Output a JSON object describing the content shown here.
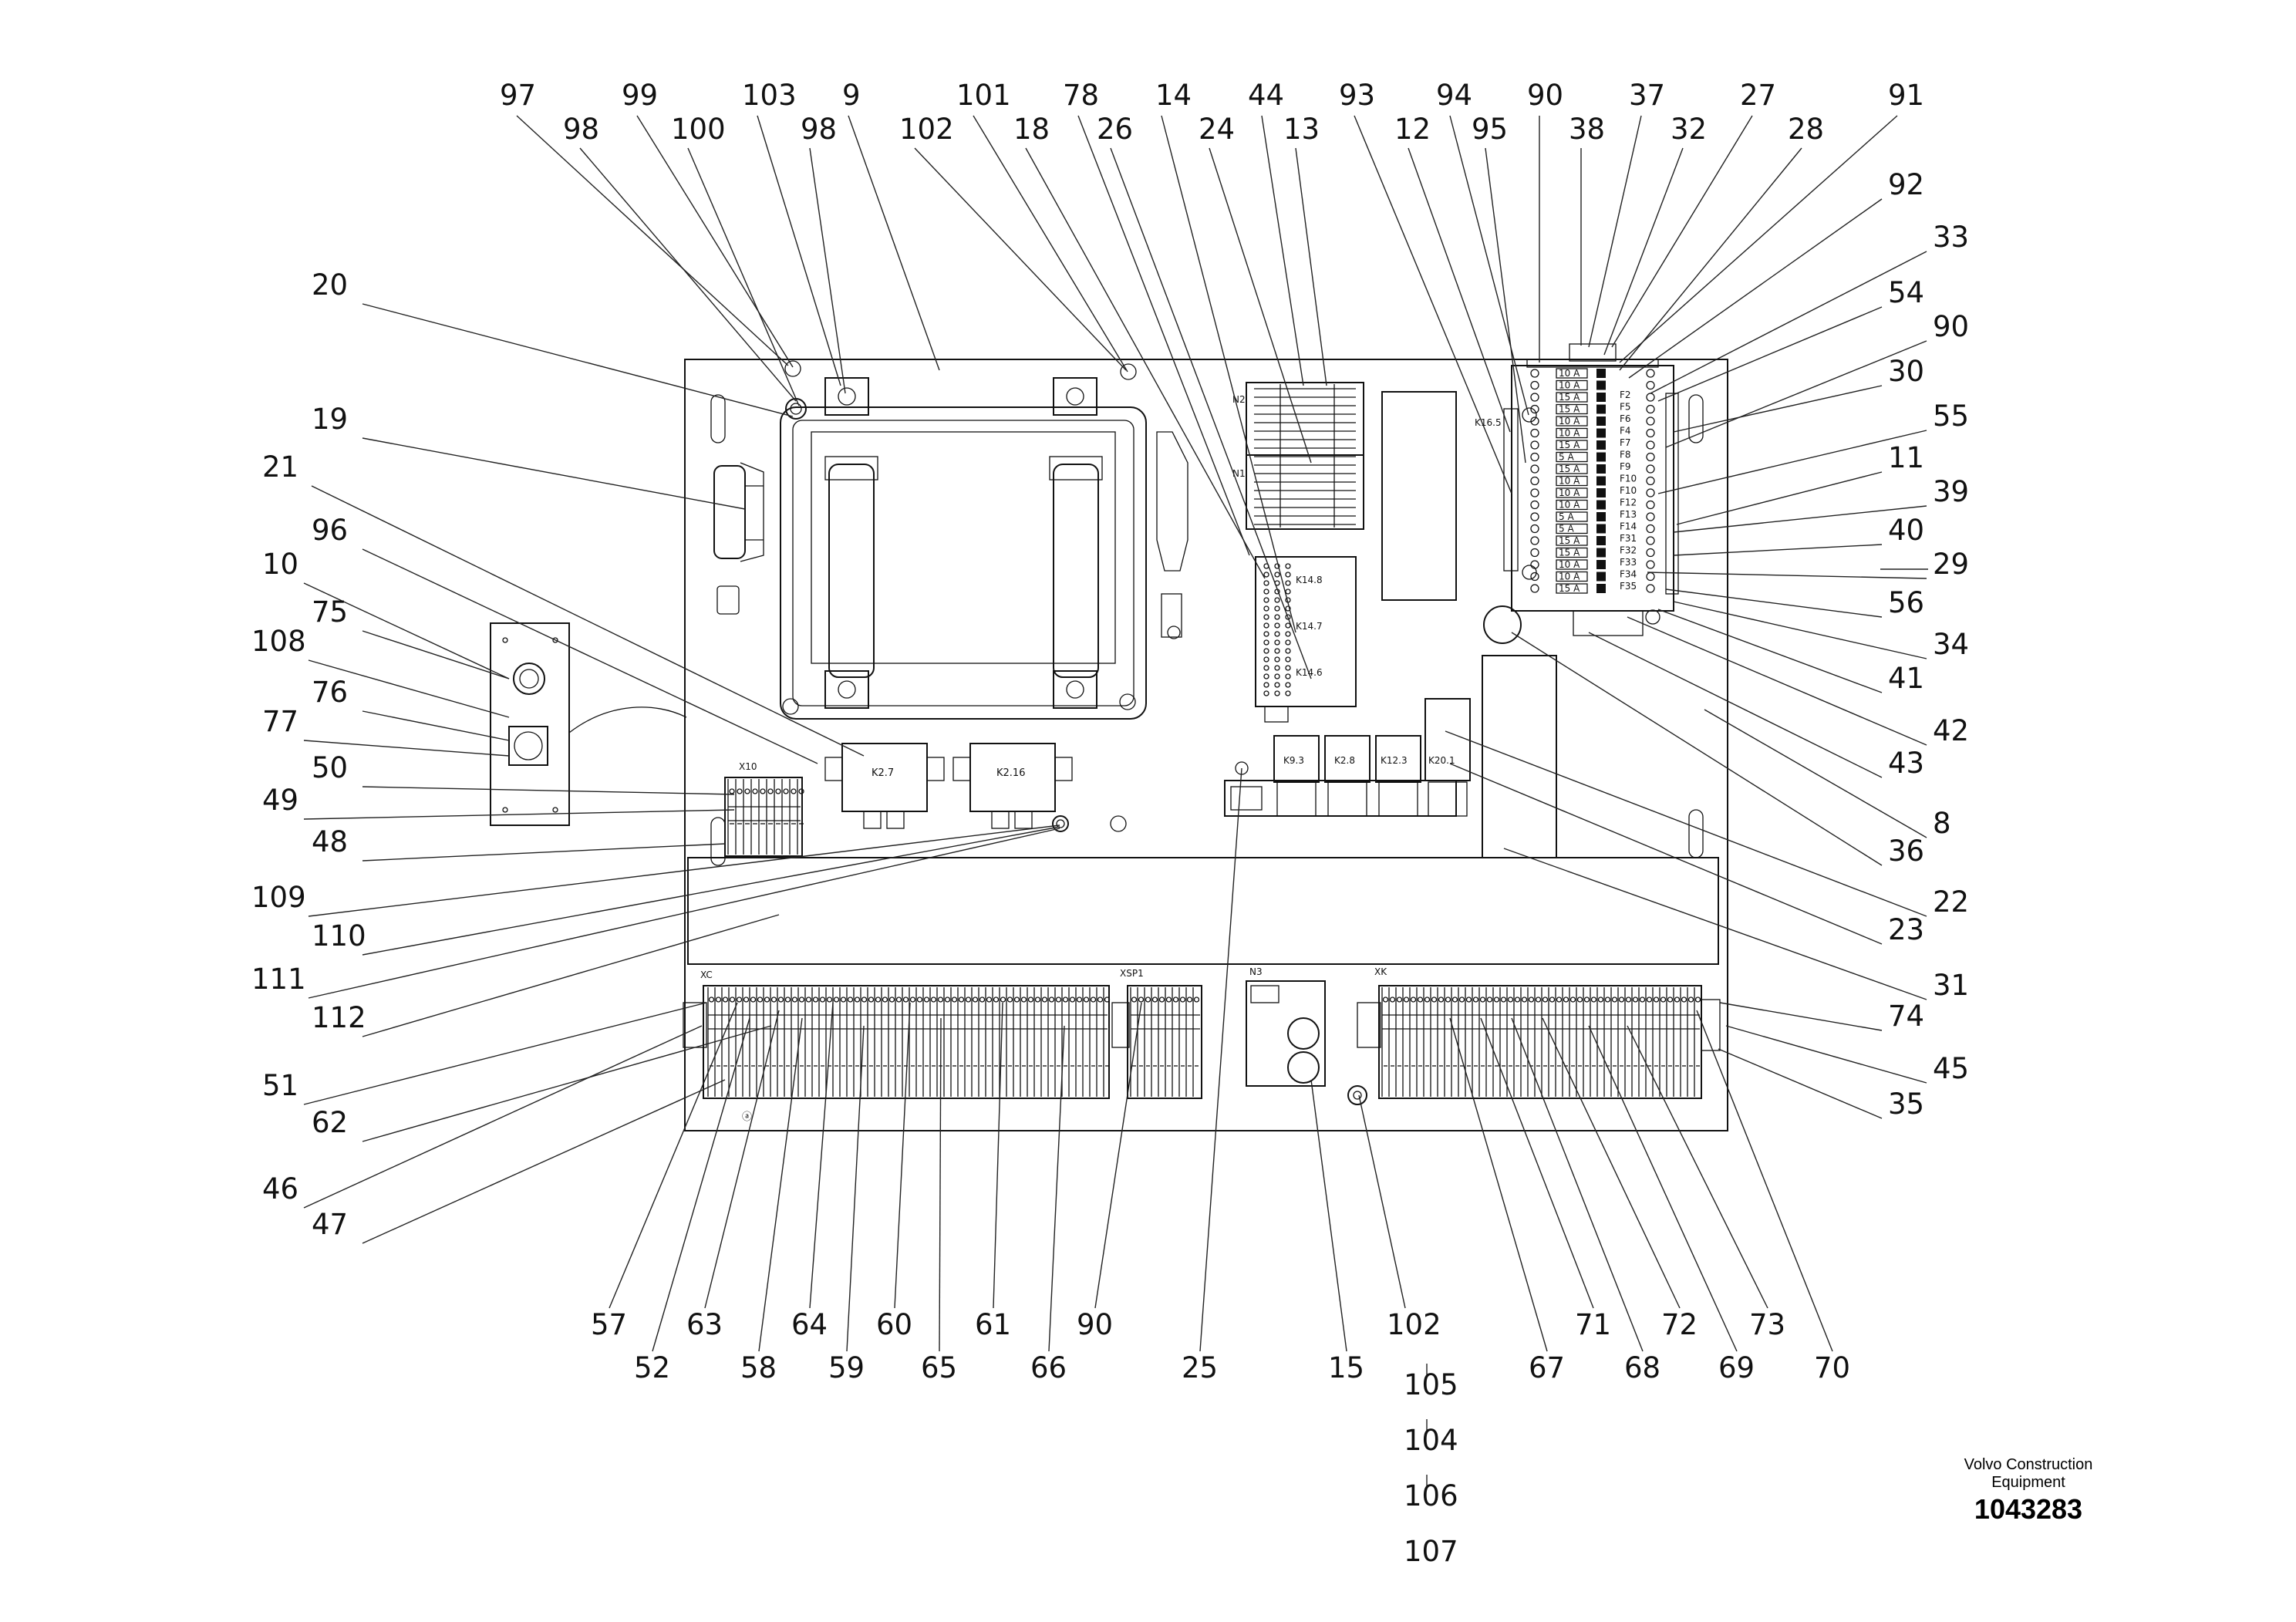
{
  "callouts": {
    "97": "97",
    "99": "99",
    "103": "103",
    "9": "9",
    "101": "101",
    "78": "78",
    "14": "14",
    "44": "44",
    "93": "93",
    "94": "94",
    "90a": "90",
    "37": "37",
    "27": "27",
    "91": "91",
    "98a": "98",
    "100": "100",
    "98b": "98",
    "102a": "102",
    "18": "18",
    "26": "26",
    "24": "24",
    "13": "13",
    "12": "12",
    "95": "95",
    "38": "38",
    "32": "32",
    "28": "28",
    "20": "20",
    "19": "19",
    "21": "21",
    "96": "96",
    "10": "10",
    "75": "75",
    "108": "108",
    "76": "76",
    "77": "77",
    "50": "50",
    "49": "49",
    "48": "48",
    "109": "109",
    "110": "110",
    "111": "111",
    "112": "112",
    "51": "51",
    "62": "62",
    "46": "46",
    "47": "47",
    "92": "92",
    "33": "33",
    "54": "54",
    "90b": "90",
    "30": "30",
    "55": "55",
    "11": "11",
    "39": "39",
    "40": "40",
    "29": "29",
    "56": "56",
    "34": "34",
    "41": "41",
    "42": "42",
    "43": "43",
    "8": "8",
    "36": "36",
    "22": "22",
    "23": "23",
    "31": "31",
    "74": "74",
    "45": "45",
    "35": "35",
    "57": "57",
    "52": "52",
    "63": "63",
    "58": "58",
    "64": "64",
    "59": "59",
    "60": "60",
    "65": "65",
    "61": "61",
    "66": "66",
    "90c": "90",
    "25": "25",
    "15": "15",
    "102b": "102",
    "105": "105",
    "104": "104",
    "106": "106",
    "107": "107",
    "67": "67",
    "71": "71",
    "68": "68",
    "72": "72",
    "69": "69",
    "73": "73",
    "70": "70"
  },
  "labels": {
    "x10": "X10",
    "xc": "XC",
    "xsp1": "XSP1",
    "n3": "N3",
    "xk": "XK",
    "k2_7": "K2.7",
    "k2_16": "K2.16",
    "k9_3": "K9.3",
    "k2_8": "K2.8",
    "k12_3": "K12.3",
    "k20_1": "K20.1",
    "k14_8": "K14.8",
    "k14_7": "K14.7",
    "k14_6": "K14.6",
    "k16_5": "K16.5",
    "n1": "N1",
    "n2": "N2",
    "circle_a": "ⓐ"
  },
  "fuse_labels": [
    "F2",
    "F5",
    "F6",
    "F4",
    "F7",
    "F8",
    "F9",
    "F10",
    "F10",
    "F12",
    "F13",
    "F14",
    "F31",
    "F32",
    "F33",
    "F34",
    "F35"
  ],
  "fuse_ratings": [
    "10 A",
    "10 A",
    "15 A",
    "15 A",
    "10 A",
    "10 A",
    "15 A",
    "5 A",
    "15 A",
    "10 A",
    "10 A",
    "10 A",
    "5 A",
    "5 A",
    "15 A",
    "15 A",
    "10 A",
    "10 A",
    "15 A"
  ],
  "brand": {
    "line1": "Volvo Construction",
    "line2": "Equipment",
    "number": "1043283"
  }
}
